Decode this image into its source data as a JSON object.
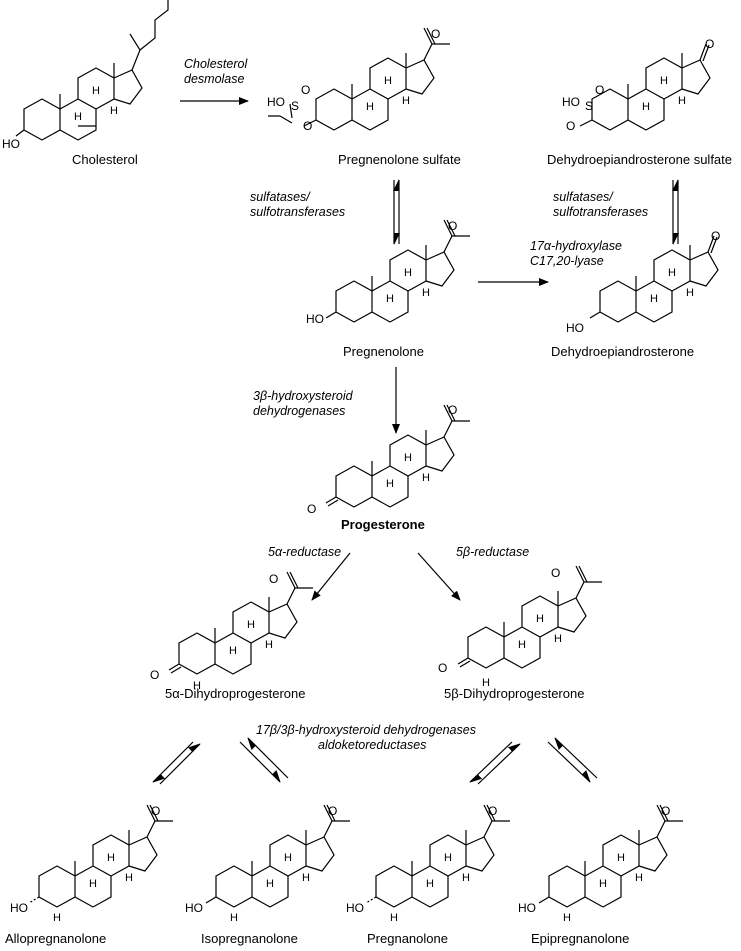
{
  "compounds": {
    "cholesterol": "Cholesterol",
    "preg_sulfate": "Pregnenolone sulfate",
    "dhea_sulfate": "Dehydroepiandrosterone sulfate",
    "pregnenolone": "Pregnenolone",
    "dhea": "Dehydroepiandrosterone",
    "progesterone": "Progesterone",
    "dhp5a": "5α-Dihydroprogesterone",
    "dhp5b": "5β-Dihydroprogesterone",
    "allopregnanolone": "Allopregnanolone",
    "isopregnanolone": "Isopregnanolone",
    "pregnanolone": "Pregnanolone",
    "epipregnanolone": "Epipregnanolone"
  },
  "enzymes": {
    "desmolase_1": "Cholesterol",
    "desmolase_2": "desmolase",
    "sulf_left_1": "sulfatases/",
    "sulf_left_2": "sulfotransferases",
    "sulf_right_1": "sulfatases/",
    "sulf_right_2": "sulfotransferases",
    "hydroxylase_1": "17α-hydroxylase",
    "hydroxylase_2": "C17,20-lyase",
    "hsd3b_1": "3β-hydroxysteroid",
    "hsd3b_2": "dehydrogenases",
    "red5a": "5α-reductase",
    "red5b": "5β-reductase",
    "hsd17_1": "17β/3β-hydroxysteroid dehydrogenases",
    "hsd17_2": "aldoketoreductases"
  },
  "atoms": {
    "O": "O",
    "HO": "HO",
    "H": "H",
    "S": "S"
  }
}
